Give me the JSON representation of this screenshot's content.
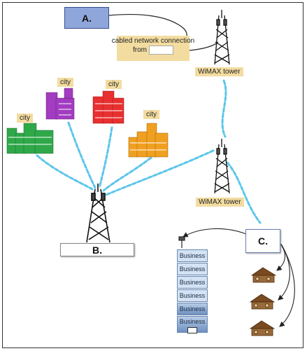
{
  "boxes": {
    "a": "A.",
    "b": "B.",
    "c": "C."
  },
  "cable_label": {
    "line1": "cabled network connection",
    "line2": "from"
  },
  "towers": {
    "top_label": "WiMAX tower",
    "mid_label": "WiMAX tower"
  },
  "cities": [
    "city",
    "city",
    "city",
    "city"
  ],
  "business_floors": [
    "Business",
    "Business",
    "Business",
    "Business",
    "Business",
    "Business"
  ],
  "colors": {
    "box_a_fill": "#8fa6da",
    "label_fill": "#f3dca0",
    "wave": "#5bc6ea",
    "city_purple": "#a23cc0",
    "city_red": "#e83030",
    "city_green": "#2fa84a",
    "city_orange": "#f0a020"
  }
}
